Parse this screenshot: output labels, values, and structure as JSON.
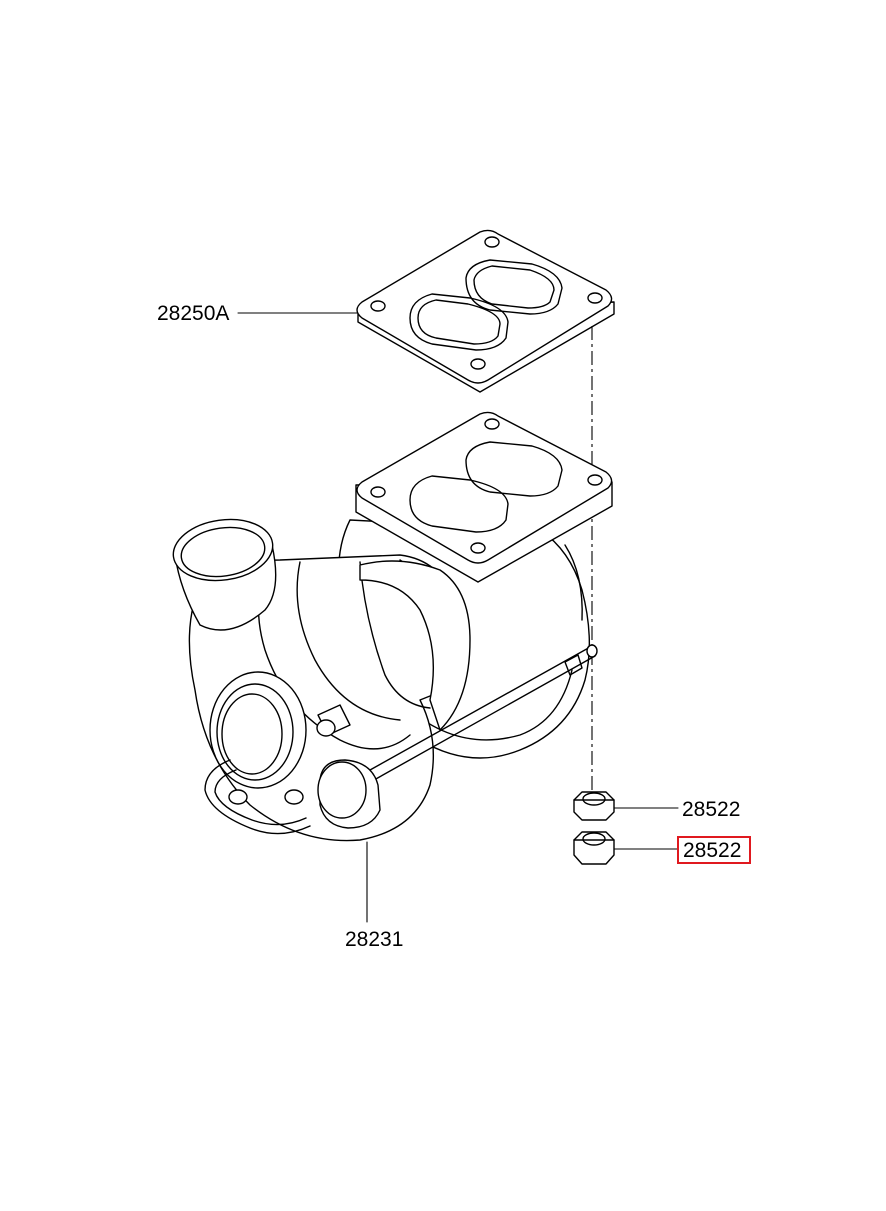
{
  "diagram": {
    "labels": [
      {
        "id": "gasket",
        "text": "28250A"
      },
      {
        "id": "turbocharger",
        "text": "28231"
      },
      {
        "id": "nut-upper",
        "text": "28522"
      },
      {
        "id": "nut-lower",
        "text": "28522",
        "highlighted": true
      }
    ],
    "highlight_color": "#e0191f",
    "line_color": "#000000",
    "background": "#ffffff"
  }
}
